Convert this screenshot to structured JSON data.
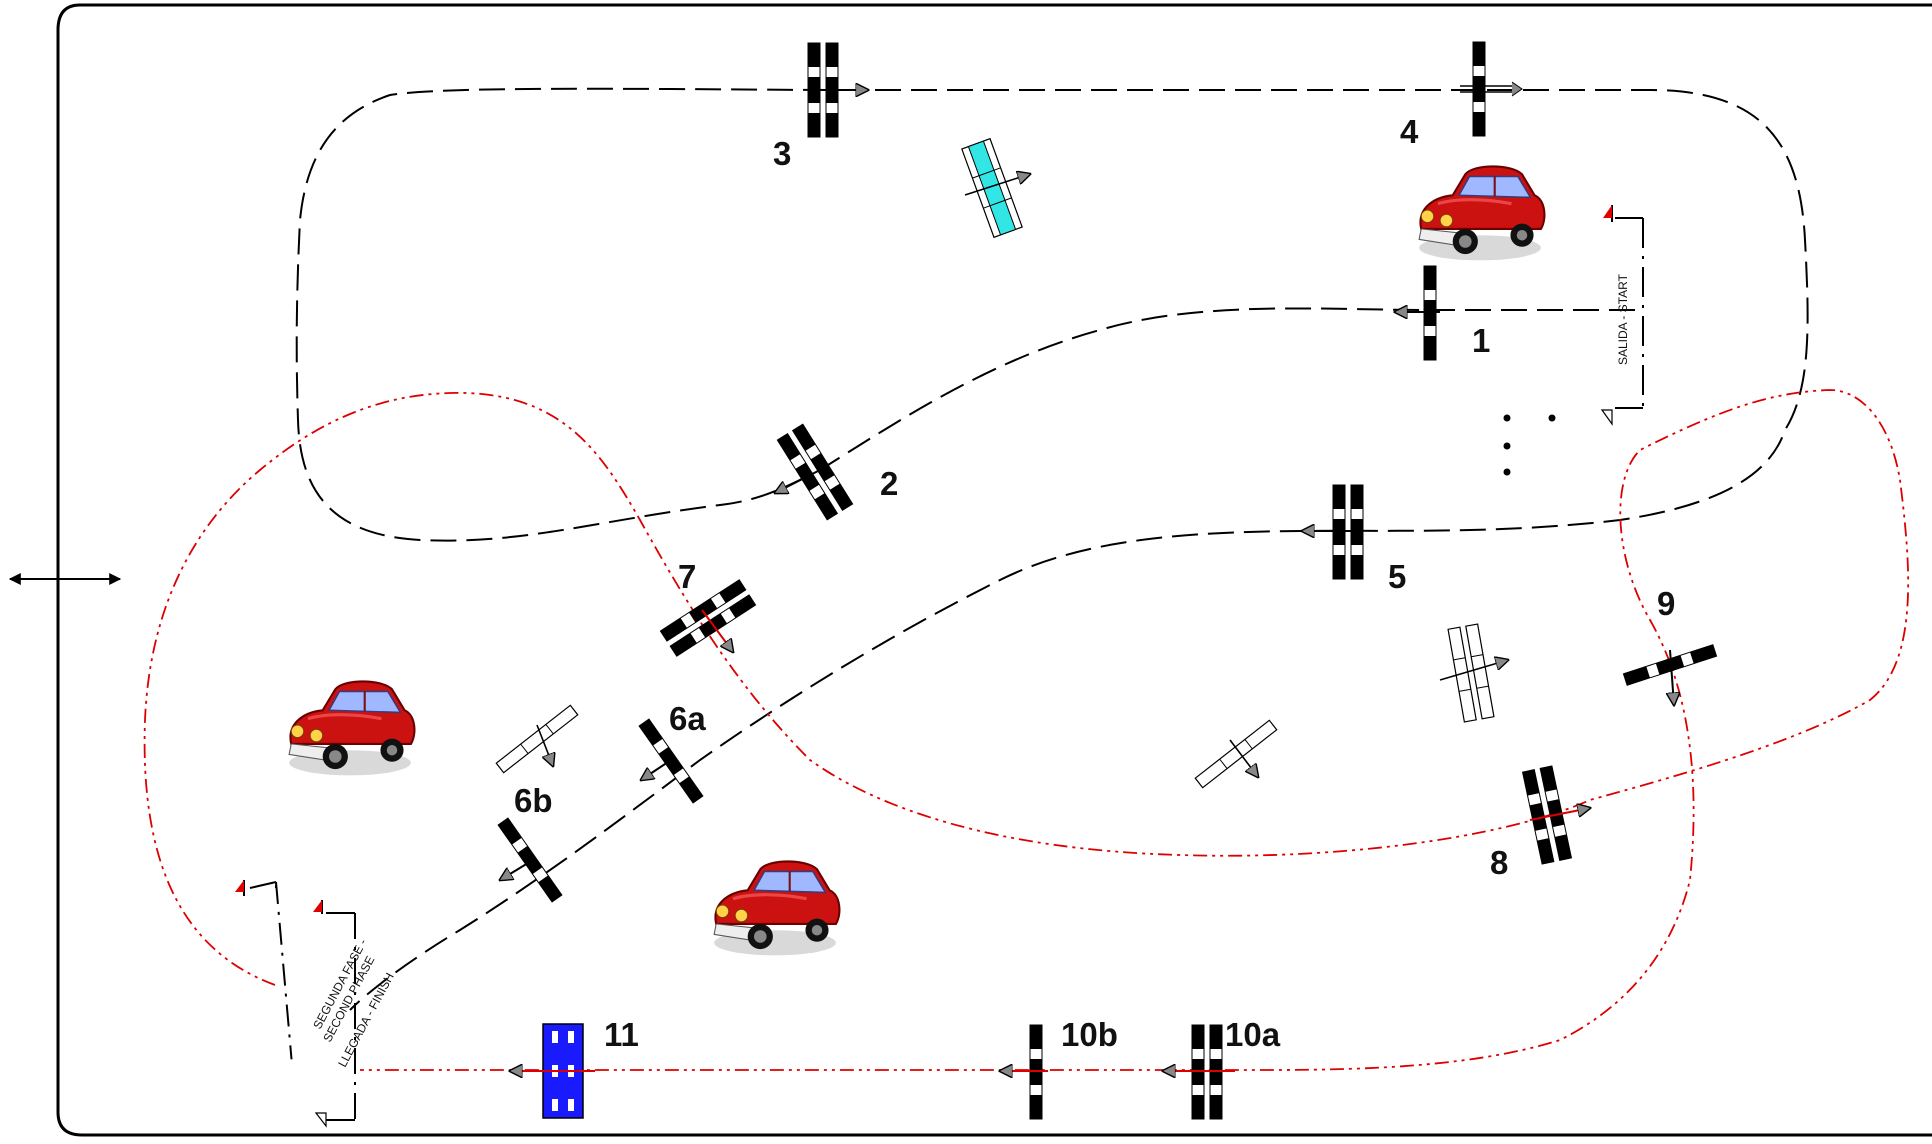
{
  "colors": {
    "ink": "#000000",
    "route_red": "#dd0000",
    "flag": "#e00000",
    "cyan_barrier": "#33e6e6",
    "blue_barrier": "#1a1aff",
    "car_body": "#cc1111",
    "arrow_fill": "#888888"
  },
  "icons": [
    "red-car-icon",
    "start-flag-icon",
    "double-arrow-icon"
  ],
  "start_label": "SALIDA - START",
  "finish_labels": {
    "phase_es": "SEGUNDA FASE -",
    "phase_en": "SECOND PHASE",
    "finish_es": "LLEGADA - FINISH"
  },
  "obstacles": {
    "o1": "1",
    "o2": "2",
    "o3": "3",
    "o4": "4",
    "o5": "5",
    "o6a": "6a",
    "o6b": "6b",
    "o7": "7",
    "o8": "8",
    "o9": "9",
    "o10a": "10a",
    "o10b": "10b",
    "o11": "11"
  }
}
